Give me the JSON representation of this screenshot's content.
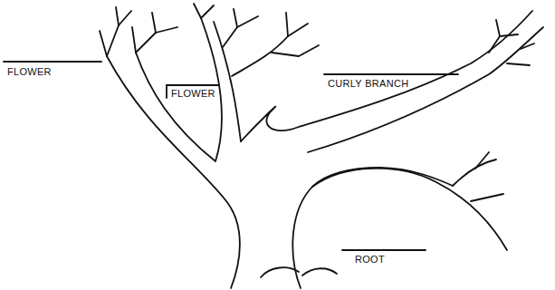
{
  "diagram": {
    "labels": [
      "FLOWER",
      "FLOWER",
      "CURLY BRANCH",
      "ROOT"
    ]
  }
}
